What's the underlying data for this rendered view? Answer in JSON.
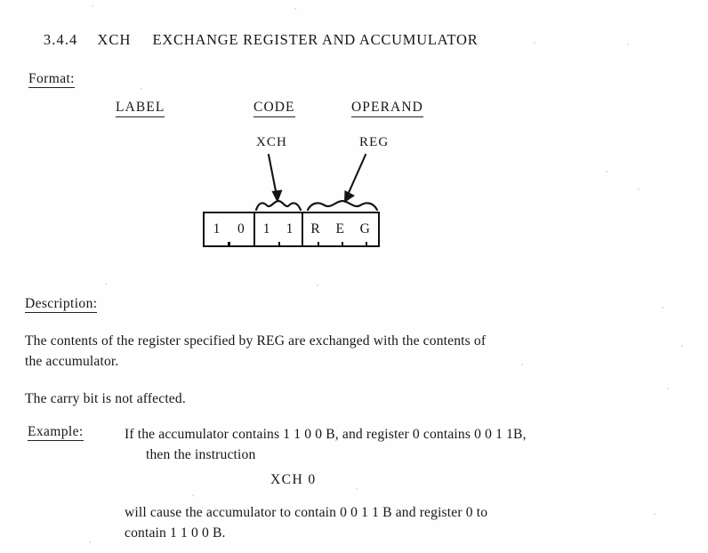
{
  "document": {
    "section_number": "3.4.4",
    "mnemonic": "XCH",
    "title": "EXCHANGE REGISTER AND ACCUMULATOR"
  },
  "format": {
    "heading": "Format:",
    "columns": [
      {
        "header": "LABEL",
        "value": ""
      },
      {
        "header": "CODE",
        "value": "XCH"
      },
      {
        "header": "OPERAND",
        "value": "REG"
      }
    ],
    "instruction_word": {
      "groups": [
        {
          "name": "opcode-high",
          "bits": [
            "1",
            "0"
          ]
        },
        {
          "name": "opcode-low",
          "bits": [
            "1",
            "1"
          ]
        },
        {
          "name": "operand-field",
          "bits": [
            "R",
            "E",
            "G"
          ]
        }
      ]
    },
    "annotations": [
      {
        "label": "XCH",
        "points_to": "opcode-field"
      },
      {
        "label": "REG",
        "points_to": "operand-field"
      }
    ]
  },
  "description": {
    "heading": "Description:",
    "paragraphs": [
      "The contents of the register specified by REG are exchanged with the contents of",
      "the accumulator.",
      "The carry bit is not affected."
    ],
    "line1": "The contents of the register specified by REG are exchanged with the contents of",
    "line2": "the accumulator.",
    "line3": "The carry bit is not affected."
  },
  "example": {
    "heading": "Example:",
    "line1": "If the accumulator contains 1 1 0 0 B, and register 0 contains 0 0 1 1B,",
    "line2": "then the instruction",
    "code": "XCH    0",
    "line3": "will cause the accumulator to contain 0 0 1 1 B and register 0 to",
    "line4": "contain 1 1 0 0 B."
  },
  "colors": {
    "ink": "#171717",
    "paper": "#fefefe",
    "rule": "#111111"
  }
}
